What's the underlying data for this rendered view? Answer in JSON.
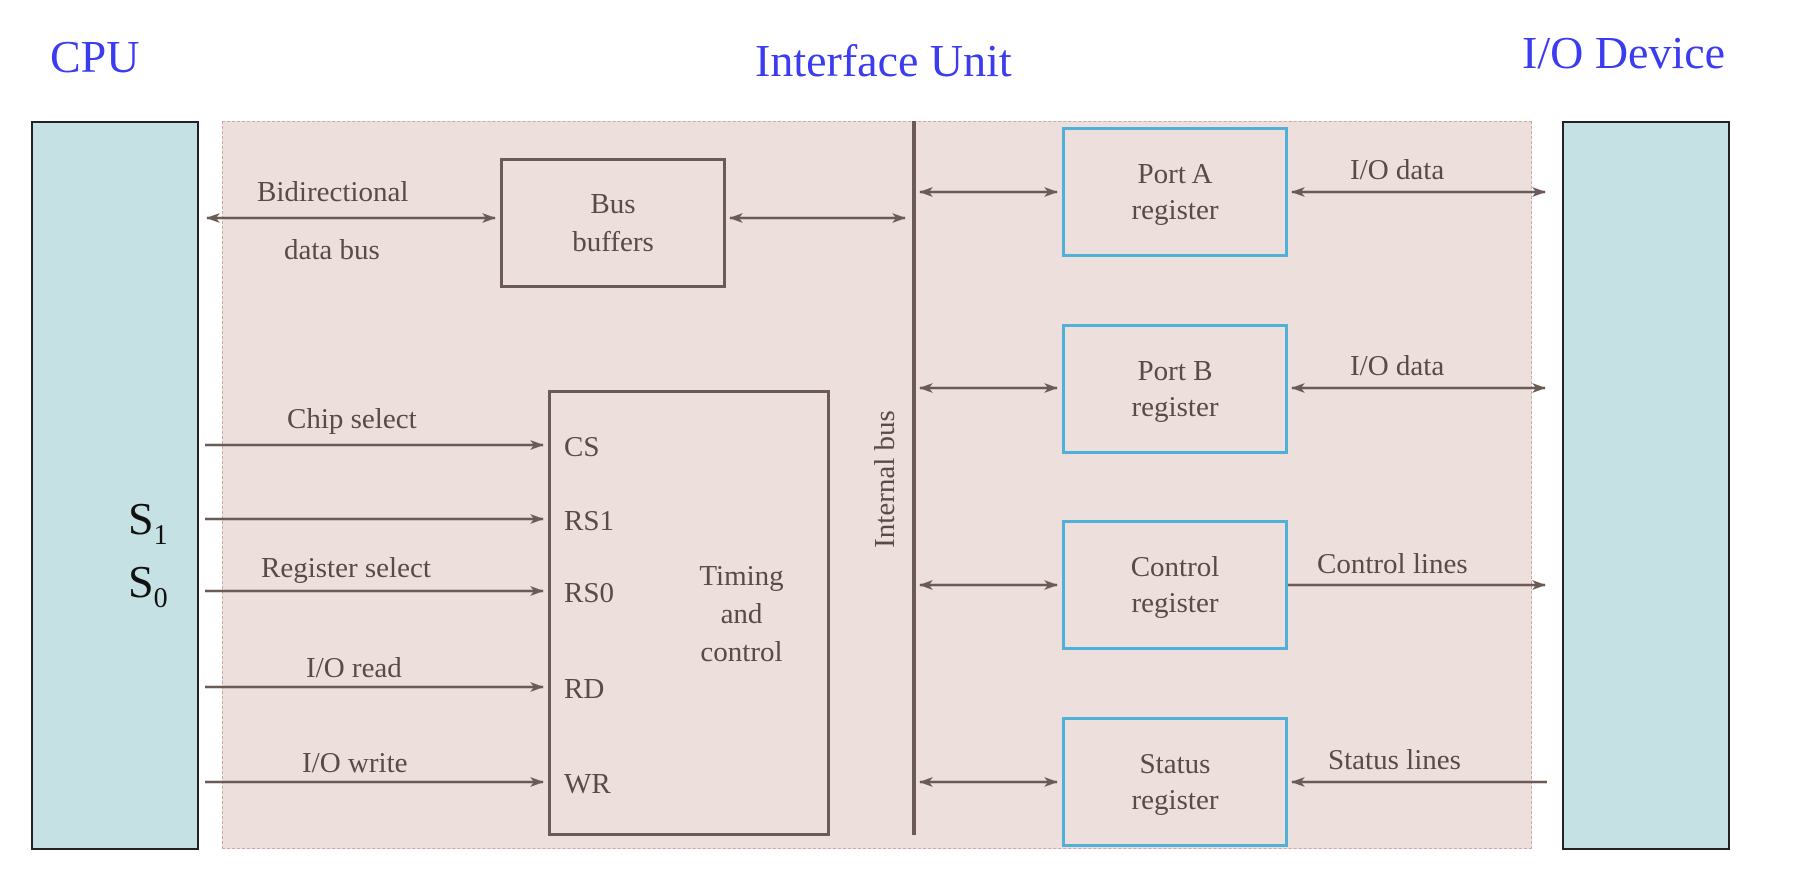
{
  "titles": {
    "cpu": "CPU",
    "interface": "Interface Unit",
    "io_device": "I/O Device"
  },
  "left_signals": {
    "bidirectional_line1": "Bidirectional",
    "bidirectional_line2": "data bus",
    "chip_select": "Chip select",
    "register_select": "Register select",
    "io_read": "I/O read",
    "io_write": "I/O write"
  },
  "select_lines": {
    "s1_base": "S",
    "s1_sub": "1",
    "s0_base": "S",
    "s0_sub": "0"
  },
  "bus_buffers": {
    "line1": "Bus",
    "line2": "buffers"
  },
  "timing_control": {
    "pins": [
      "CS",
      "RS1",
      "RS0",
      "RD",
      "WR"
    ],
    "line1": "Timing",
    "line2": "and",
    "line3": "control"
  },
  "internal_bus": "Internal bus",
  "registers": [
    {
      "line1": "Port A",
      "line2": "register",
      "signal": "I/O data"
    },
    {
      "line1": "Port B",
      "line2": "register",
      "signal": "I/O data"
    },
    {
      "line1": "Control",
      "line2": "register",
      "signal": "Control lines"
    },
    {
      "line1": "Status",
      "line2": "register",
      "signal": "Status lines"
    }
  ],
  "colors": {
    "title": "#3b3bf0",
    "device_fill": "#c5e1e3",
    "panel_fill": "#ecdfdc",
    "register_border": "#4fb0d8",
    "line": "#6b5a56"
  }
}
